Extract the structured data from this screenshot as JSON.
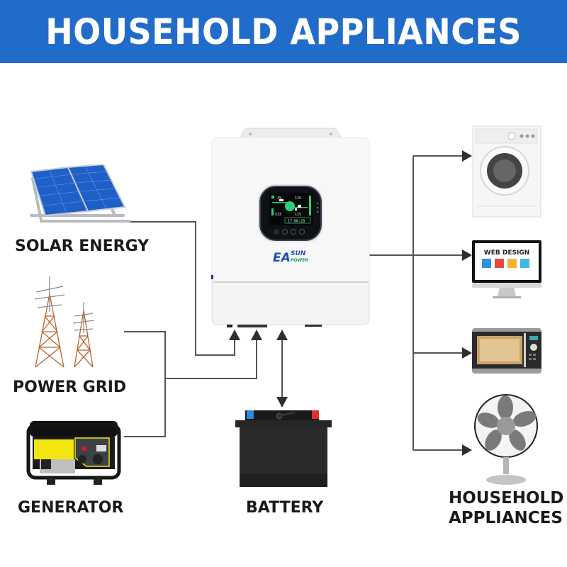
{
  "header": {
    "title": "HOUSEHOLD APPLIANCES",
    "background_color": "#226cc9"
  },
  "inverter": {
    "brand_top": "EA",
    "brand_sun": "SUN",
    "brand_power": "POWER",
    "display": {
      "readout_1": "3%",
      "readout_2": "115",
      "readout_3": "533",
      "readout_4": "115",
      "status": "17:08:28"
    }
  },
  "sources": [
    {
      "id": "solar",
      "label": "SOLAR ENERGY"
    },
    {
      "id": "grid",
      "label": "POWER GRID"
    },
    {
      "id": "generator",
      "label": "GENERATOR"
    }
  ],
  "storage": {
    "label": "BATTERY"
  },
  "loads": {
    "label_line1": "HOUSEHOLD",
    "label_line2": "APPLIANCES",
    "items": [
      {
        "id": "washing-machine"
      },
      {
        "id": "computer-monitor",
        "screen_text": "WEB DESIGN"
      },
      {
        "id": "microwave"
      },
      {
        "id": "desk-fan"
      }
    ]
  },
  "colors": {
    "wire": "#4a4a4a",
    "label": "#1a1a1a",
    "solar_blue": "#1f5fc8",
    "generator_yellow": "#f2e60f",
    "screen_green": "#27d07a"
  }
}
